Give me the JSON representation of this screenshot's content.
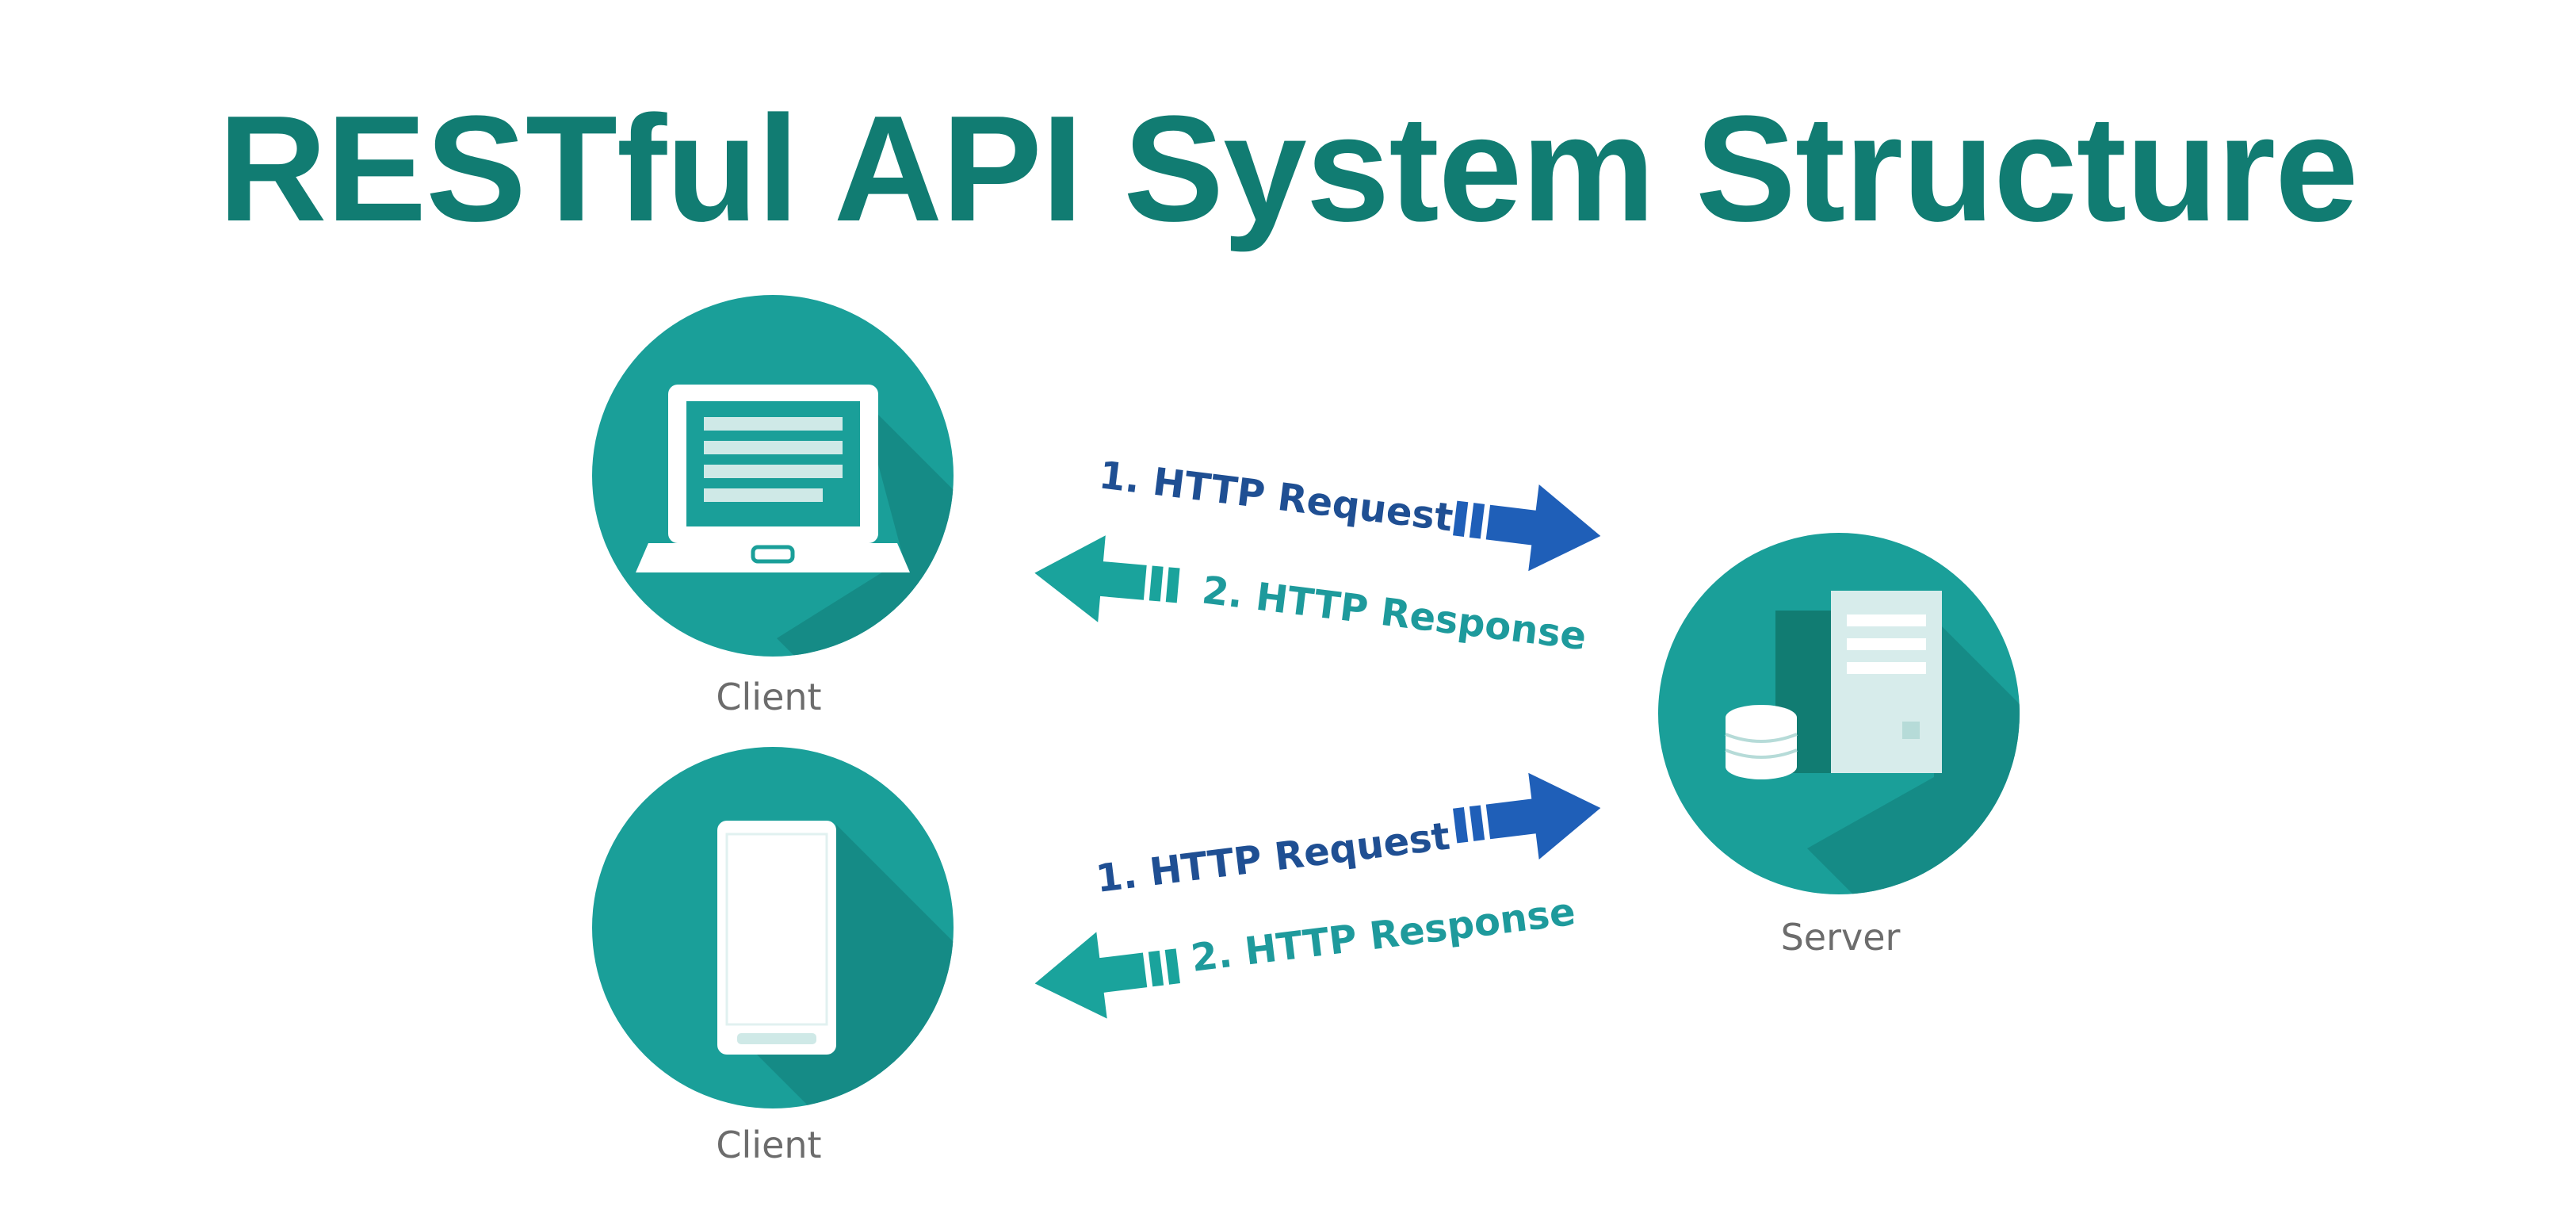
{
  "title": "RESTful API System Structure",
  "nodes": {
    "client_laptop": {
      "label": "Client",
      "icon": "laptop-icon"
    },
    "client_phone": {
      "label": "Client",
      "icon": "smartphone-icon"
    },
    "server": {
      "label": "Server",
      "icon": "server-icon"
    }
  },
  "flows": {
    "top": {
      "request": "1. HTTP Request",
      "response": "2. HTTP Response"
    },
    "bottom": {
      "request": "1. HTTP Request",
      "response": "2. HTTP Response"
    }
  },
  "colors": {
    "title": "#117c72",
    "circle": "#1a9f99",
    "circle_shadow": "#158782",
    "request_arrow": "#1f5fb8",
    "response_arrow": "#1aa39c",
    "icon_light": "#ffffff",
    "icon_tint": "#cfe9e7"
  }
}
